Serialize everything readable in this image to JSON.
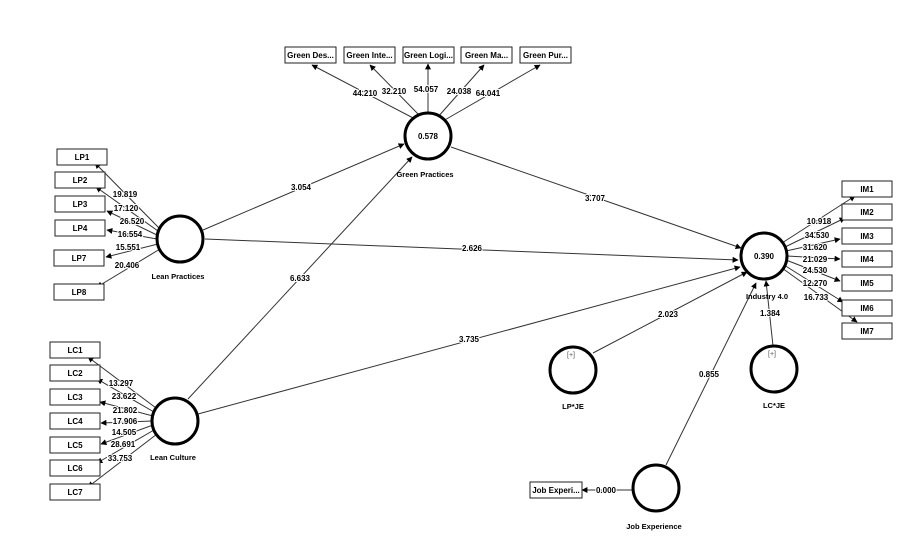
{
  "latents": {
    "green_practices": {
      "label": "Green Practices",
      "value": "0.578"
    },
    "lean_practices": {
      "label": "Lean Practices",
      "value": ""
    },
    "lean_culture": {
      "label": "Lean Culture",
      "value": ""
    },
    "industry_40": {
      "label": "Industry 4.0",
      "value": "0.390"
    },
    "lp_je": {
      "label": "LP*JE",
      "value": "[+]"
    },
    "lc_je": {
      "label": "LC*JE",
      "value": "[+]"
    },
    "job_experience": {
      "label": "Job Experience",
      "value": ""
    }
  },
  "indicators": {
    "green": [
      "Green Des...",
      "Green Inte...",
      "Green Logi...",
      "Green Ma...",
      "Green Pur..."
    ],
    "lp": [
      "LP1",
      "LP2",
      "LP3",
      "LP4",
      "LP7",
      "LP8"
    ],
    "lc": [
      "LC1",
      "LC2",
      "LC3",
      "LC4",
      "LC5",
      "LC6",
      "LC7"
    ],
    "im": [
      "IM1",
      "IM2",
      "IM3",
      "IM4",
      "IM5",
      "IM6",
      "IM7"
    ],
    "je": "Job Experi..."
  },
  "outer_loadings": {
    "green": [
      "44.210",
      "32.210",
      "54.057",
      "24.038",
      "64.041"
    ],
    "lp": [
      "19.819",
      "17.120",
      "26.520",
      "16.554",
      "15.551",
      "20.406"
    ],
    "lc": [
      "13.297",
      "23.622",
      "21.802",
      "17.906",
      "14.505",
      "28.691",
      "33.753"
    ],
    "im": [
      "10.918",
      "34.530",
      "31.620",
      "21.029",
      "24.530",
      "12.270",
      "16.733"
    ],
    "je": "0.000"
  },
  "paths": {
    "lp_gp": "3.054",
    "lp_im": "2.626",
    "lc_gp": "6.633",
    "lc_im": "3.735",
    "gp_im": "3.707",
    "lpje_im": "2.023",
    "lcje_im": "1.384",
    "je_im": "0.855"
  }
}
